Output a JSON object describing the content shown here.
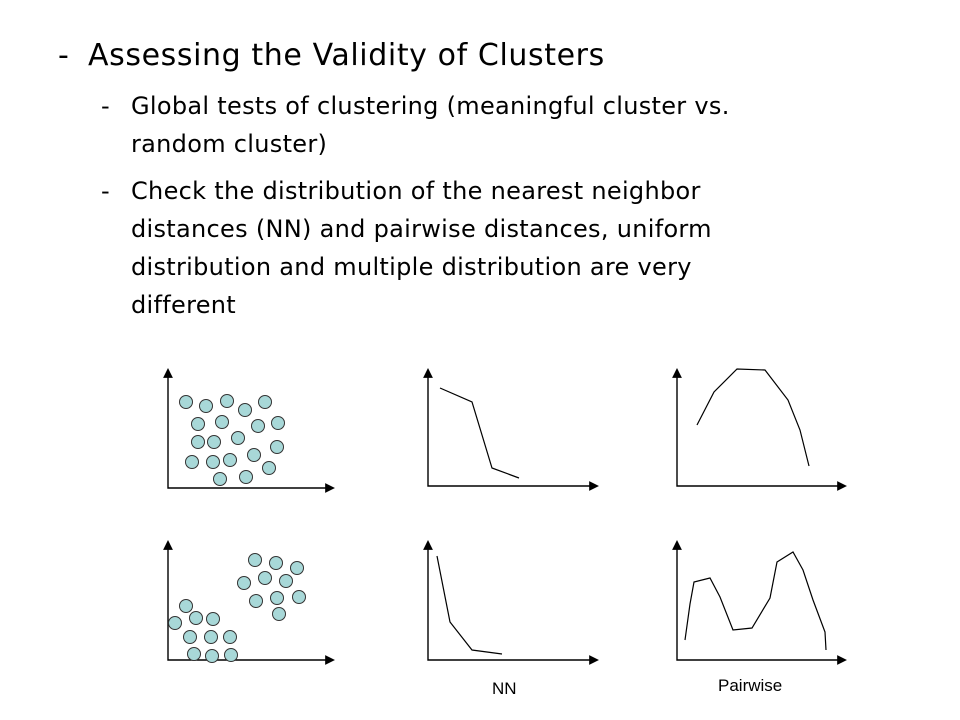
{
  "slide": {
    "bullets": [
      {
        "marker": "-",
        "text": "Assessing the Validity of Clusters"
      },
      {
        "marker": "-",
        "lines": [
          "Global tests of clustering (meaningful cluster vs.",
          "random cluster)"
        ]
      },
      {
        "marker": "-",
        "lines": [
          "Check the distribution of the nearest neighbor",
          "distances (NN) and pairwise distances, uniform",
          "distribution and multiple distribution are very",
          "different"
        ]
      }
    ]
  },
  "figure": {
    "captions": {
      "nn": "NN",
      "pairwise": "Pairwise"
    },
    "colors": {
      "point_fill": "#a8d8d8",
      "point_stroke": "#333333",
      "line": "#000000"
    }
  }
}
